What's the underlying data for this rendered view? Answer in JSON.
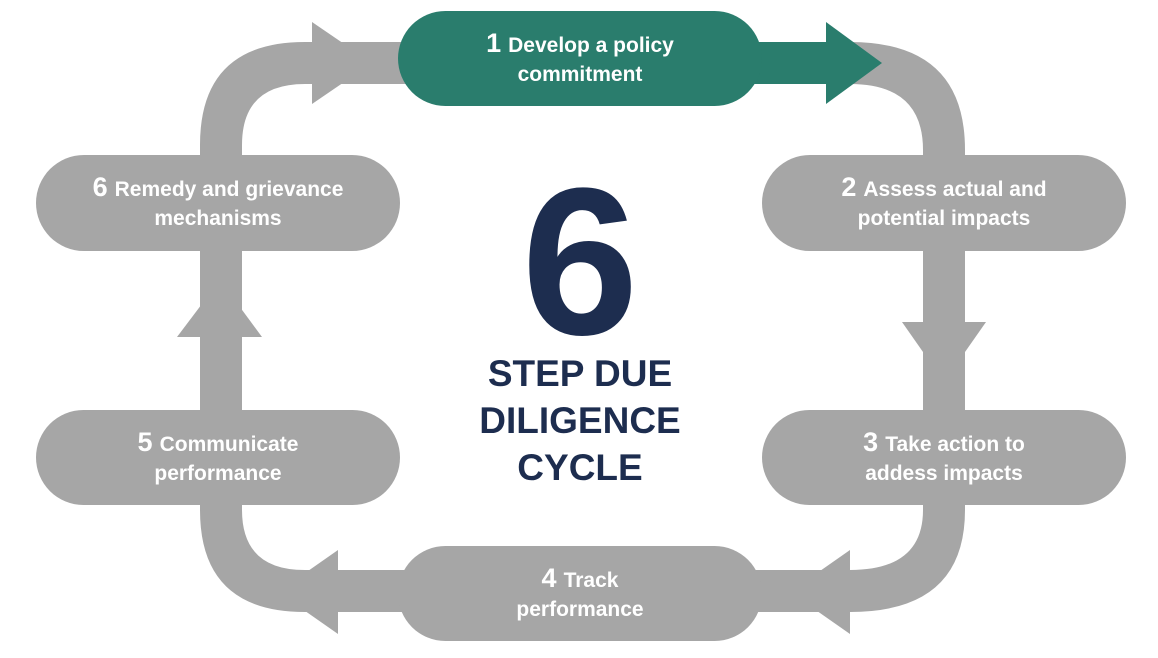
{
  "colors": {
    "path": "#a6a6a6",
    "active": "#2a7d6d",
    "text_dark": "#1d2d4f",
    "text_light": "#ffffff"
  },
  "center": {
    "number": "6",
    "title_lines": [
      "STEP DUE",
      "DILIGENCE",
      "CYCLE"
    ]
  },
  "steps": [
    {
      "number": "1",
      "line1": "Develop a policy",
      "line2": "commitment",
      "highlighted": true
    },
    {
      "number": "2",
      "line1": "Assess actual and",
      "line2": "potential impacts",
      "highlighted": false
    },
    {
      "number": "3",
      "line1": "Take action to",
      "line2": "addess impacts",
      "highlighted": false
    },
    {
      "number": "4",
      "line1": "Track",
      "line2": "performance",
      "highlighted": false
    },
    {
      "number": "5",
      "line1": "Communicate",
      "line2": "performance",
      "highlighted": false
    },
    {
      "number": "6",
      "line1": "Remedy and grievance",
      "line2": "mechanisms",
      "highlighted": false
    }
  ]
}
